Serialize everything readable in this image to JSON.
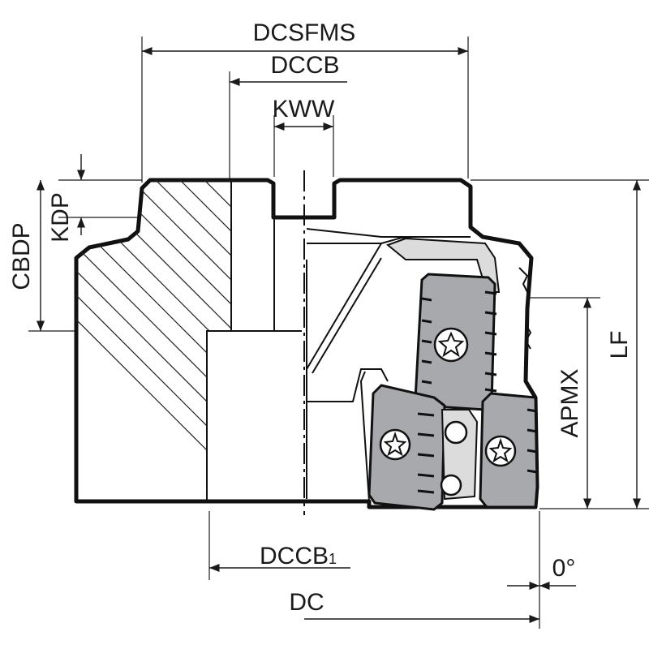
{
  "labels": {
    "dcsfms": "DCSFMS",
    "dccb": "DCCB",
    "kww": "KWW",
    "kdp": "KDP",
    "cbdp": "CBDP",
    "lf": "LF",
    "apmx": "APMX",
    "dccb1_main": "DCCB",
    "dccb1_sub": "1",
    "angle": "0°",
    "dc": "DC"
  },
  "icons": [
    "screw-torx-icon",
    "cutting-insert"
  ]
}
